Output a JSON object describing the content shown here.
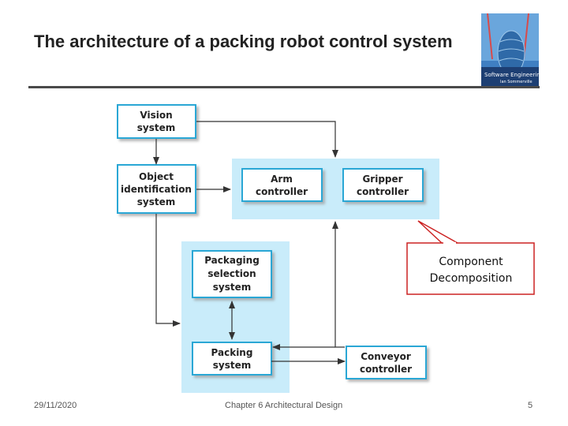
{
  "slide": {
    "title": "The architecture of a packing robot control system",
    "footer_date": "29/11/2020",
    "footer_center": "Chapter 6 Architectural Design",
    "page_number": "5"
  },
  "cover": {
    "text_line1": "Software Engineering",
    "text_line2": "Ian Sommerville"
  },
  "diagram": {
    "nodes": {
      "vision": [
        "Vision",
        "system"
      ],
      "object": [
        "Object",
        "identification",
        "system"
      ],
      "arm": [
        "Arm",
        "controller"
      ],
      "gripper": [
        "Gripper",
        "controller"
      ],
      "packaging": [
        "Packaging",
        "selection",
        "system"
      ],
      "packing": [
        "Packing",
        "system"
      ],
      "conveyor": [
        "Conveyor",
        "controller"
      ]
    },
    "callout": [
      "Component",
      "Decomposition"
    ]
  },
  "colors": {
    "group_fill": "#c9ecfa",
    "box_border": "#2aa7d5",
    "arrow": "#333333",
    "callout_border": "#cc2222"
  }
}
